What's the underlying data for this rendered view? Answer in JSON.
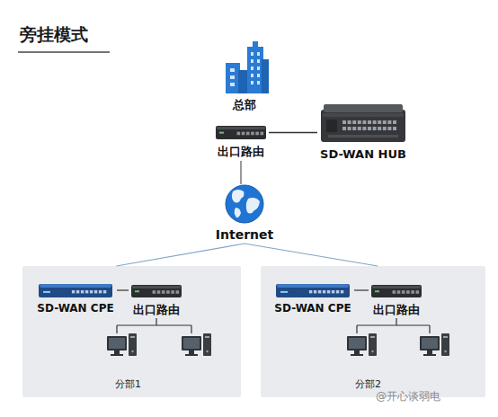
{
  "diagram": {
    "title": "旁挂模式",
    "nodes": [
      {
        "text": [
          "总部"
        ]
      },
      {
        "text": [
          "出口路由"
        ]
      },
      {
        "text": [
          "SD-WAN HUB"
        ]
      },
      {
        "text": [
          "Internet"
        ]
      },
      {
        "text": [
          "分部1"
        ]
      },
      {
        "text": [
          "SD-WAN CPE"
        ],
        "in": 4
      },
      {
        "text": [
          "出口路由"
        ],
        "in": 4
      },
      {
        "text": [
          "分部2"
        ]
      },
      {
        "text": [
          "SD-WAN CPE"
        ],
        "in": 7
      },
      {
        "text": [
          "出口路由"
        ],
        "in": 7
      }
    ],
    "edges": [
      {
        "from": 1,
        "to": 2,
        "arrow": "none"
      },
      {
        "from": 1,
        "to": 3,
        "arrow": "none"
      },
      {
        "from": 3,
        "to": 4,
        "arrow": "none"
      },
      {
        "from": 3,
        "to": 7,
        "arrow": "none"
      },
      {
        "from": 5,
        "to": 6,
        "arrow": "none"
      },
      {
        "from": 8,
        "to": 9,
        "arrow": "none"
      }
    ],
    "labels": [
      "@开心谈弱电"
    ]
  }
}
